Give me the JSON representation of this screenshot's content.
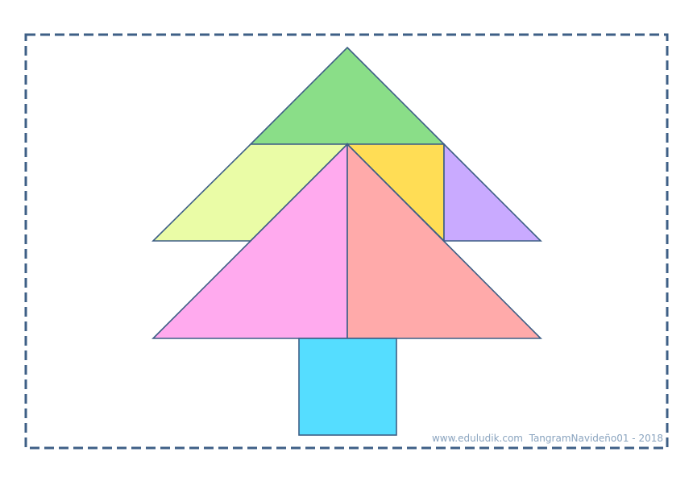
{
  "credit": "www.eduludik.com  TangramNavideño01 - 2018",
  "colors": {
    "background": "#f5f5f5",
    "card": "#ffffff",
    "dashed_border": "#3e5f86",
    "outline": "#3e5f86",
    "credit_text": "#8aa4bf"
  },
  "pieces": [
    {
      "name": "top-triangle",
      "shape": "large-triangle",
      "color": "#8ade88"
    },
    {
      "name": "left-parallelogram",
      "shape": "parallelogram",
      "color": "#eafca6"
    },
    {
      "name": "yellow-triangle",
      "shape": "small-triangle",
      "color": "#ffdd55"
    },
    {
      "name": "purple-triangle",
      "shape": "small-triangle",
      "color": "#c9aaff"
    },
    {
      "name": "pink-triangle",
      "shape": "large-triangle",
      "color": "#ffaaee"
    },
    {
      "name": "salmon-triangle",
      "shape": "large-triangle",
      "color": "#ffaaaa"
    },
    {
      "name": "trunk-square",
      "shape": "square",
      "color": "#55ddff"
    }
  ]
}
